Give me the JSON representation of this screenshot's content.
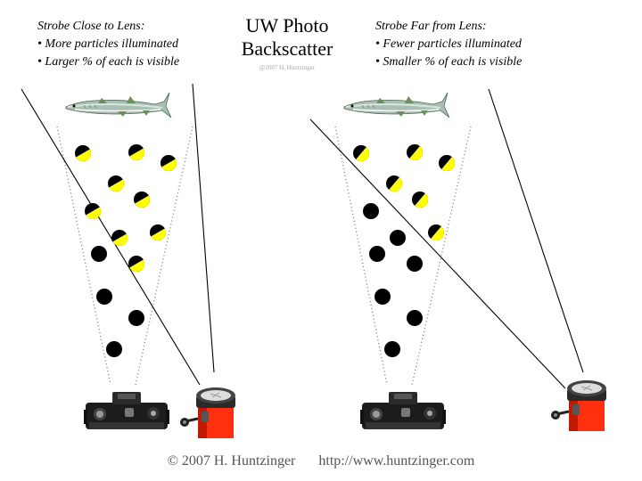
{
  "title_line1": "UW Photo",
  "title_line2": "Backscatter",
  "title_copyright": "@2007 H. Huntzinger",
  "left_panel": {
    "heading": "Strobe Close to Lens:",
    "bullet1": "• More particles illuminated",
    "bullet2": "• Larger % of each is visible"
  },
  "right_panel": {
    "heading": "Strobe Far from Lens:",
    "bullet1": "• Fewer particles illuminated",
    "bullet2": "• Smaller % of each is visible"
  },
  "footer": {
    "copyright": "© 2007 H. Huntzinger",
    "url": "http://www.huntzinger.com"
  },
  "colors": {
    "particle_dark": "#000000",
    "particle_lit": "#ffff00",
    "strobe_body": "#ff3010",
    "fish_body": "#9fb6a8",
    "fish_fin": "#6b8f5a"
  },
  "icons": [
    "fish-icon",
    "camera-icon",
    "strobe-icon",
    "particle-icon"
  ]
}
